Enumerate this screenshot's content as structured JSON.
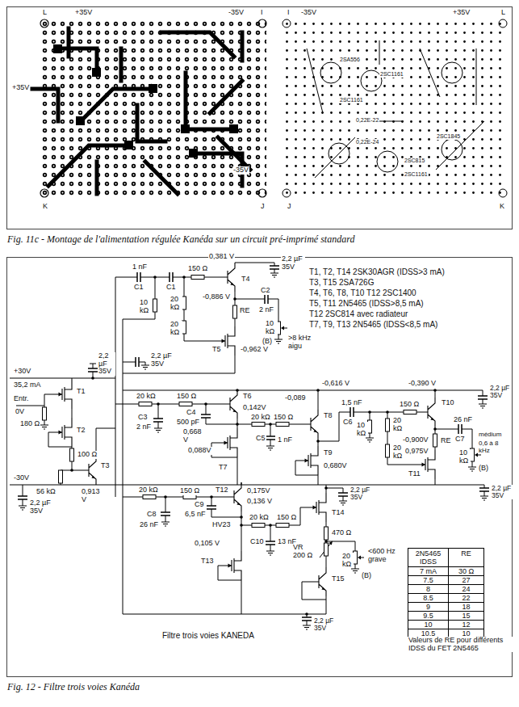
{
  "diagram": {
    "nodes": [
      {
        "text": [
          "Fig. 11c - Montage de l'alimentation régulée Kanéda sur un circuit pré-imprimé standard"
        ]
      },
      {
        "text": [
          "Fig. 12 - Filtre trois voies Kanéda"
        ]
      },
      {
        "text": [
          "2N5465 IDSS",
          "RE",
          "7 mA",
          "30 Ω",
          "7.5",
          "27",
          "8",
          "24",
          "8.5",
          "22",
          "9",
          "18",
          "9.5",
          "15",
          "10",
          "12",
          "10.5",
          "10"
        ],
        "in": 1
      }
    ],
    "labels": [
      "L",
      "+35V",
      "-35V",
      "I",
      "+35V",
      "-35V",
      "K",
      "J",
      "I",
      "-35V",
      "+35V",
      "L",
      "J",
      "K",
      "2SA556",
      "2SC1161",
      "2SC1161",
      "0,22E-22",
      "0,22E-24",
      "2SC1845",
      "2SC815",
      "2SC1161",
      "T1, T2, T14 2SK30AGR (IDSS>3 mA)",
      "T3, T15 2SA726G",
      "T4, T6, T8, T10 T12 2SC1400",
      "T5, T11 2N5465 (IDSS>8,5 mA)",
      "T12 2SC814 avec radiateur",
      "T7, T9, T13 2N5465 (IDSS<8,5 mA)",
      "1 nF",
      "C1",
      "C1",
      "10 kΩ",
      "20 kΩ",
      "20 kΩ",
      "150 Ω",
      "0,381 V",
      "T4",
      "RE",
      "-0,886 V",
      "-0,962 V",
      "T5",
      "C2",
      "2 nF",
      "10 kΩ",
      ">8 kHz aigu",
      "(B)",
      "2,2 µF 35V",
      "2,2 µF 35V",
      "2,2 µF 35V",
      "+30V",
      "35,2 mA",
      "Entr.",
      "0V",
      "T1",
      "T2",
      "180 Ω",
      "100 Ω",
      "T3",
      "56 kΩ",
      "-30V",
      "0,913 V",
      "2,2 µF 35V",
      "20 kΩ",
      "150 Ω",
      "T6",
      "C3",
      "2 nF",
      "C4",
      "500 pF",
      "0,668 V",
      "0,142V",
      "0,088V",
      "T7",
      "20 kΩ",
      "150 Ω",
      "C5",
      "1 nF",
      "-0,089",
      "T8",
      "-0,616 V",
      "T9",
      "0,680V",
      "1,5 nF",
      "C6",
      "10 kΩ",
      "20 kΩ",
      "20 kΩ",
      "150 Ω",
      "-0,390 V",
      "T10",
      "-0,900V",
      "RE",
      "C7",
      "26 nF",
      "médium",
      "0,6 à 8 kHz",
      "10 kΩ",
      "(B)",
      "0,975V",
      "T11",
      "2,2 µF 35V",
      "2,2 µF 35V",
      "20 kΩ",
      "150 Ω",
      "0,175V",
      "T12",
      "C8",
      "26 nF",
      "C9",
      "6,5 nF",
      "0,136 V",
      "HV23",
      "20 kΩ",
      "150 Ω",
      "0,105 V",
      "C10",
      "13 nF",
      "T13",
      "T14",
      "470 Ω",
      "VR 200 Ω",
      "20 kΩ",
      "(B)",
      "<600 Hz grave",
      "T15",
      "2,2 µF 35V",
      "2,2 µF 35V",
      "Filtre trois voies KANEDA",
      "Valeurs de RE pour différents IDSS du FET 2N5465"
    ]
  }
}
